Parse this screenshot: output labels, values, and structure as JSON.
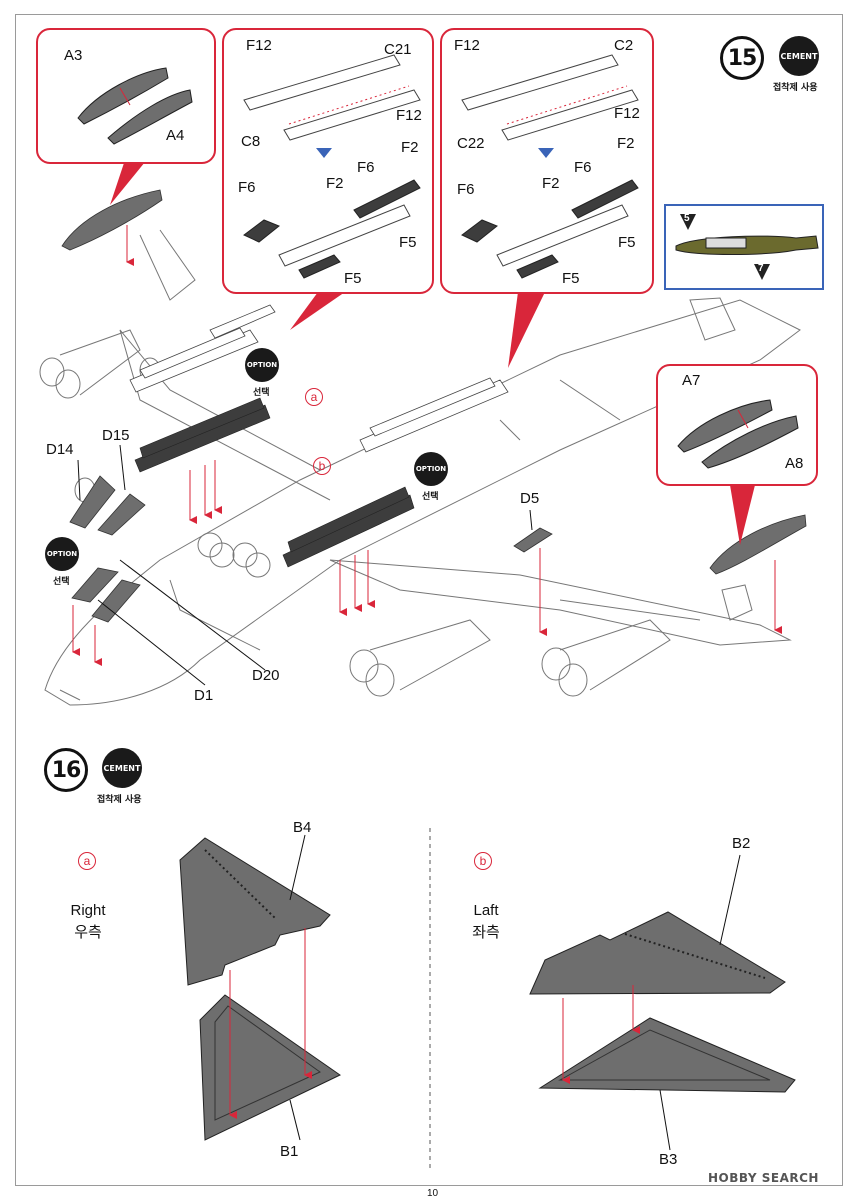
{
  "step15": {
    "number": "15",
    "cement": {
      "label": "CEMENT",
      "caption": "접착제 사용"
    },
    "option_badges": [
      {
        "label": "OPTION",
        "caption": "선택"
      },
      {
        "label": "OPTION",
        "caption": "선택"
      },
      {
        "label": "OPTION",
        "caption": "선택"
      }
    ],
    "variant_markers": {
      "a": "a",
      "b": "b"
    },
    "panel_left": {
      "labels": {
        "a3": "A3",
        "a4": "A4"
      }
    },
    "panel_c21": {
      "labels": {
        "f12_top": "F12",
        "c21": "C21",
        "c8": "C8",
        "f12_right": "F12",
        "f6_left": "F6",
        "f6_right": "F6",
        "f2_mid": "F2",
        "f2_right": "F2",
        "f5_right": "F5",
        "f5_bottom": "F5"
      }
    },
    "panel_c2": {
      "labels": {
        "f12_top": "F12",
        "c2": "C2",
        "c22": "C22",
        "f12_right": "F12",
        "f6_left": "F6",
        "f6_right": "F6",
        "f2_mid": "F2",
        "f2_right": "F2",
        "f5_right": "F5",
        "f5_bottom": "F5"
      }
    },
    "panel_color_ref": {
      "callouts": {
        "five": "5",
        "seven": "7"
      }
    },
    "panel_right": {
      "labels": {
        "a7": "A7",
        "a8": "A8"
      }
    },
    "main_labels": {
      "d14": "D14",
      "d15": "D15",
      "d5": "D5",
      "d1": "D1",
      "d20": "D20"
    }
  },
  "step16": {
    "number": "16",
    "cement": {
      "label": "CEMENT",
      "caption": "접착제 사용"
    },
    "left": {
      "marker": "a",
      "side_en": "Right",
      "side_ko": "우측",
      "part_top": "B4",
      "part_bottom": "B1"
    },
    "right": {
      "marker": "b",
      "side_en": "Laft",
      "side_ko": "좌측",
      "part_top": "B2",
      "part_bottom": "B3"
    }
  },
  "footer": {
    "page_number": "10",
    "watermark": "HOBBY SEARCH"
  },
  "colors": {
    "accent_red": "#d9263a",
    "accent_blue": "#3a64b8",
    "part_gray": "#6e6e6e",
    "part_dark": "#3d3d3d",
    "olive": "#6b6a2e"
  }
}
